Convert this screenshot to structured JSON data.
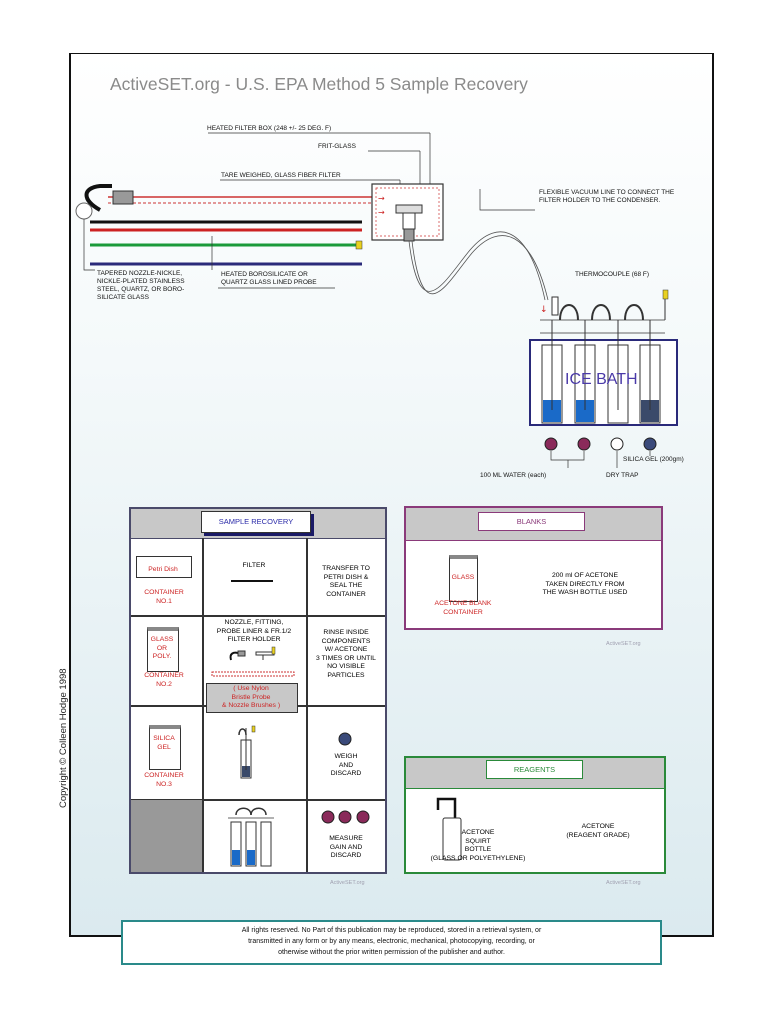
{
  "title": "ActiveSET.org - U.S. EPA Method 5 Sample Recovery",
  "labels": {
    "heated_filter_box": "HEATED FILTER BOX (248 +/- 25 DEG. F)",
    "frit_glass": "FRIT-GLASS",
    "tare_filter": "TARE WEIGHED, GLASS FIBER FILTER",
    "vacuum_line": "FLEXIBLE VACUUM LINE TO CONNECT THE\nFILTER HOLDER TO THE CONDENSER.",
    "nozzle": "TAPERED NOZZLE-NICKLE,\nNICKLE-PLATED STAINLESS\nSTEEL, QUARTZ, OR BORO-\nSILICATE GLASS",
    "probe": "HEATED BOROSILICATE OR\nQUARTZ GLASS LINED PROBE",
    "thermocouple": "THERMOCOUPLE (68 F)",
    "ice_bath": "ICE BATH",
    "water": "100 ML  WATER (each)",
    "dry_trap": "DRY TRAP",
    "silica_gel": "SILICA GEL (200gm)"
  },
  "sample_recovery": {
    "header": "SAMPLE RECOVERY",
    "row1": {
      "container_label": "Petri Dish",
      "container": "CONTAINER\nNO.1",
      "item": "FILTER",
      "action": "TRANSFER TO\nPETRI DISH &\nSEAL THE\nCONTAINER"
    },
    "row2": {
      "container_label": "GLASS\nOR\nPOLY.",
      "container": "CONTAINER\nNO.2",
      "item": "NOZZLE, FITTING,\nPROBE LINER & FR.1/2\nFILTER HOLDER",
      "note": "( Use Nylon\nBristle Probe\n& Nozzle Brushes )",
      "action": "RINSE INSIDE\nCOMPONENTS\nW/ ACETONE\n3 TIMES OR UNTIL\nNO VISIBLE\nPARTICLES"
    },
    "row3": {
      "container_label": "SILICA\nGEL",
      "container": "CONTAINER\nNO.3",
      "action": "WEIGH\nAND\nDISCARD"
    },
    "row4": {
      "action": "MEASURE\nGAIN AND\nDISCARD"
    },
    "watermark": "ActiveSET.org"
  },
  "blanks": {
    "header": "BLANKS",
    "container_label": "GLASS",
    "container": "ACETONE BLANK\nCONTAINER",
    "description": "200 ml OF ACETONE\nTAKEN DIRECTLY FROM\nTHE WASH BOTTLE USED",
    "watermark": "ActiveSET.org"
  },
  "reagents": {
    "header": "REAGENTS",
    "bottle": "ACETONE\nSQUIRT\nBOTTLE\n(GLASS OR POLYETHYLENE)",
    "acetone": "ACETONE\n(REAGENT GRADE)",
    "watermark": "ActiveSET.org"
  },
  "copyright": "Copyright © Colleen Hodge 1998",
  "notice": "All rights reserved. No Part of this publication may be reproduced, stored in a retrieval system, or\ntransmitted in any form or by any means, electronic, mechanical, photocopying, recording, or\notherwise without the prior written permission of the publisher and author.",
  "colors": {
    "accent_blue": "#2a2aa8",
    "impinger_blue": "#1a6ac8",
    "sample_border": "#4a4a6a",
    "blanks_border": "#8a3a7a",
    "reagents_border": "#2a8a3a",
    "notice_border": "#2a8a8a",
    "label_red": "#cc2222"
  }
}
